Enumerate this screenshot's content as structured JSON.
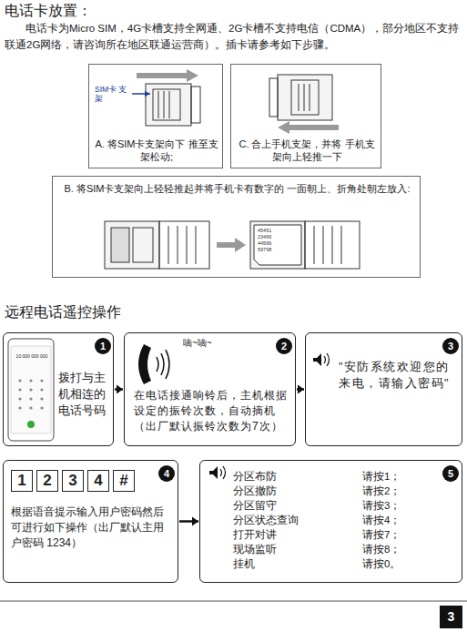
{
  "diagram": {
    "title": "电话卡放置：",
    "nodes": [
      {
        "text": [
          "A. 将SIM卡支架向下 推至支架松动;"
        ]
      },
      {
        "text": [
          "C. 合上手机支架，并将 手机支架向上轻推一下"
        ]
      },
      {
        "text": [
          "B. 将SIM卡支架向上轻轻推起并将手机卡有数字的 一面朝上、折角处朝左放入:"
        ]
      },
      {
        "text": [
          "1",
          "拨打与主机相连的电话号码"
        ]
      },
      {
        "text": [
          "2",
          "嘀~嘀~",
          "在电话接通响铃后，主机根据设定的振铃次数，自动摘机（出厂默认振铃次数为7次）"
        ]
      },
      {
        "text": [
          "3",
          "\"安防系统欢迎您的来电，请输入密码\""
        ]
      },
      {
        "text": [
          "4",
          "1",
          "2",
          "3",
          "4",
          "#",
          "根据语音提示输入用户密码然后可进行如下操作（出厂默认主用户密码 1234）"
        ]
      },
      {
        "text": [
          "5",
          "分区布防",
          "请按1；",
          "分区撤防",
          "请按2；",
          "分区留守",
          "请按3；",
          "分区状态查询",
          "请按4；",
          "打开对讲",
          "请按7；",
          "现场监听",
          "请按8；",
          "挂机",
          "请按0。"
        ]
      }
    ],
    "edges": [
      {
        "from": 3,
        "to": 4,
        "arrow": "to"
      },
      {
        "from": 4,
        "to": 5,
        "arrow": "to"
      },
      {
        "from": 6,
        "to": 7,
        "arrow": "to"
      }
    ],
    "labels": [
      "电话卡为Micro SIM，4G卡槽支持全网通、2G卡槽不支持电信（CDMA），部分地区不支持联通2G网络，请咨询所在地区联通运营商）。插卡请参考如下步骤。",
      "SIM卡 支架",
      "45451 23466 44566 59798",
      "远程电话遥控操作",
      "10 000 000 000",
      "3"
    ]
  }
}
